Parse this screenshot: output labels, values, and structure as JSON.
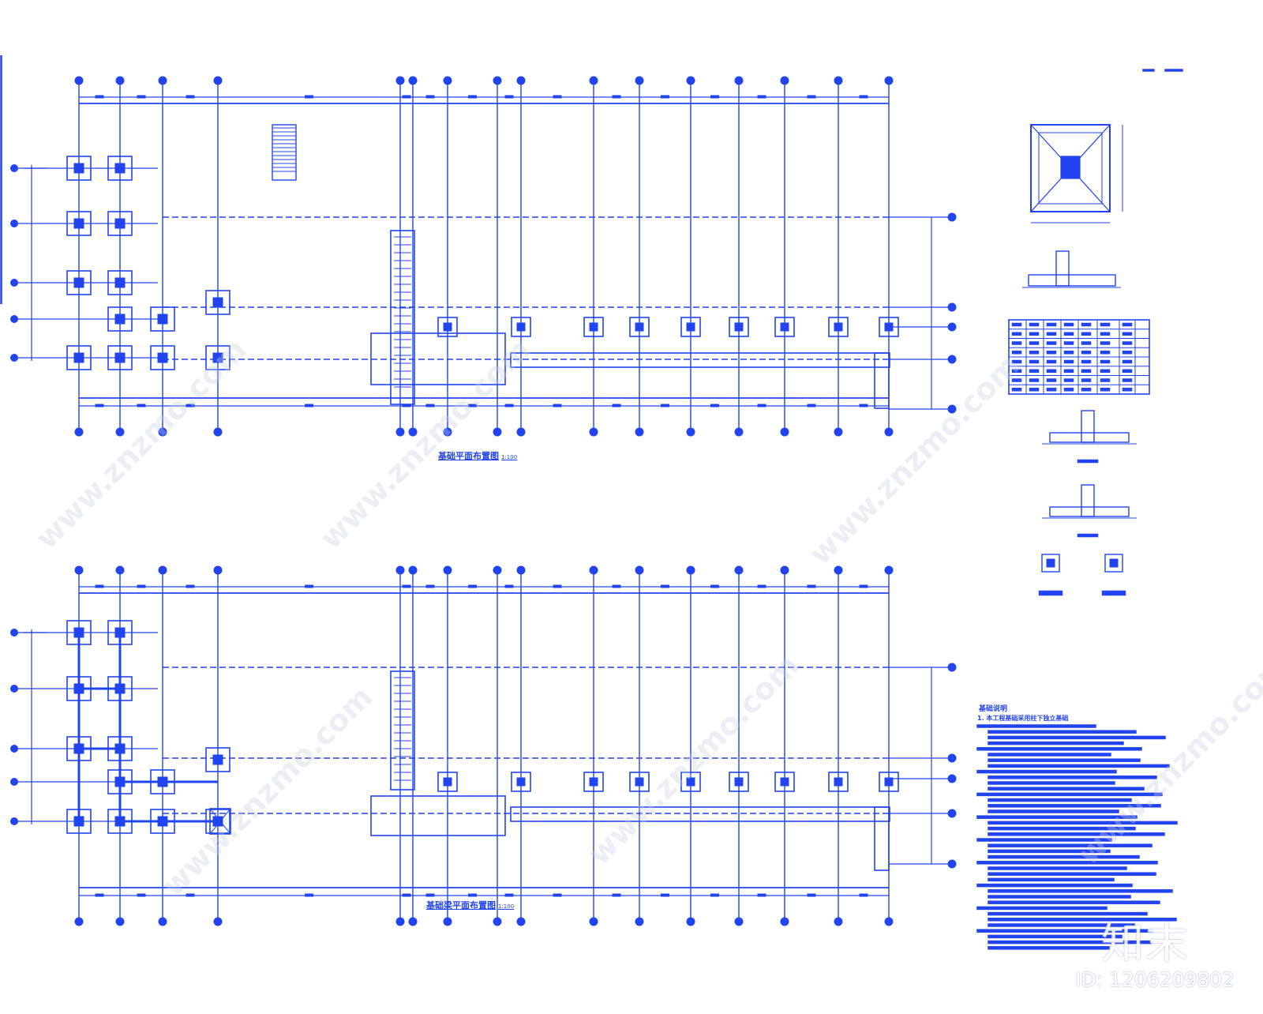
{
  "drawing": {
    "colors": {
      "line": "#2244ee",
      "background": "#ffffff"
    },
    "plan_top": {
      "title": "基础平面布置图",
      "scale_mark": "1:100"
    },
    "plan_bottom": {
      "title": "基础梁平面布置图",
      "scale_mark": "1:100"
    },
    "notes": {
      "title": "基础说明",
      "first_line": "1. 本工程基础采用柱下独立基础"
    },
    "watermark": {
      "brand": "知末",
      "site": "www.znzmo.com",
      "image_id": "ID: 1206209802"
    }
  }
}
